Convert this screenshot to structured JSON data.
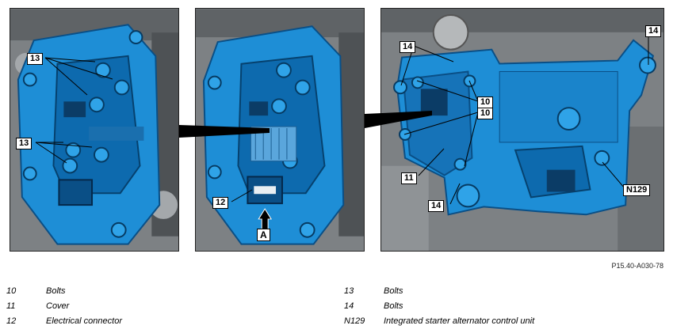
{
  "figure": {
    "reference": "P15.40-A030-78",
    "callouts": {
      "c13a": "13",
      "c13b": "13",
      "c12": "12",
      "cA": "A",
      "c14a": "14",
      "c14b": "14",
      "c14c": "14",
      "c10a": "10",
      "c10b": "10",
      "c11": "11",
      "cN129": "N129"
    },
    "colors": {
      "unit_blue": "#1e8ed6",
      "unit_dark": "#0a4f86",
      "engine_grey": "#7d8184"
    }
  },
  "legend": {
    "left": [
      {
        "key": "10",
        "text": "Bolts"
      },
      {
        "key": "11",
        "text": "Cover"
      },
      {
        "key": "12",
        "text": "Electrical connector"
      }
    ],
    "right": [
      {
        "key": "13",
        "text": "Bolts"
      },
      {
        "key": "14",
        "text": "Bolts"
      },
      {
        "key": "N129",
        "text": "Integrated starter alternator control unit"
      }
    ]
  }
}
